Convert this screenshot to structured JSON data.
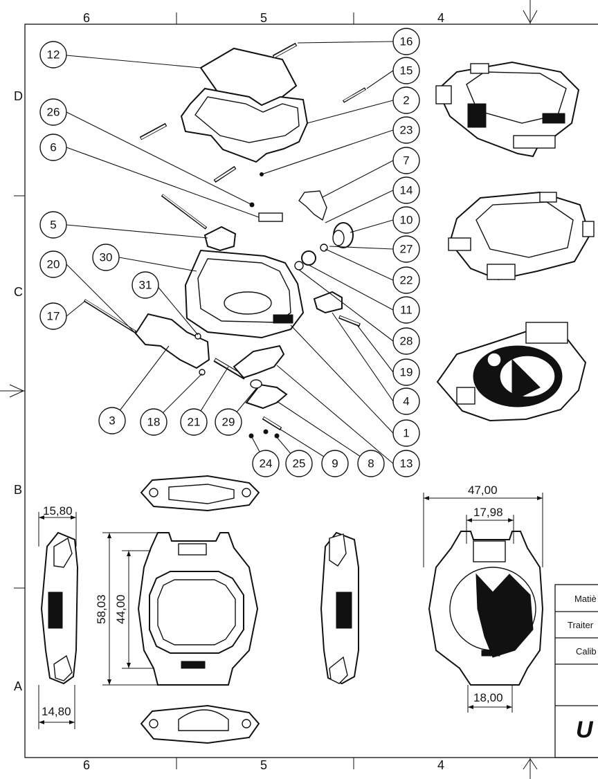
{
  "frame": {
    "columns_top": [
      "6",
      "5",
      "4"
    ],
    "columns_bottom": [
      "6",
      "5",
      "4"
    ],
    "rows": [
      "D",
      "C",
      "B",
      "A"
    ]
  },
  "balloons": [
    "12",
    "16",
    "15",
    "2",
    "26",
    "23",
    "6",
    "7",
    "14",
    "10",
    "5",
    "27",
    "20",
    "30",
    "22",
    "31",
    "11",
    "17",
    "28",
    "19",
    "4",
    "1",
    "3",
    "18",
    "21",
    "29",
    "13",
    "24",
    "25",
    "9",
    "8"
  ],
  "dimensions": {
    "side_top_width": "15,80",
    "side_bottom_width": "14,80",
    "front_height_outer": "58,03",
    "front_height_inner": "44,00",
    "back_width_outer": "47,00",
    "back_width_top": "17,98",
    "back_width_bottom": "18,00"
  },
  "title_block": {
    "row1": "Matiè",
    "row2": "Traiter",
    "row3": "Calib",
    "logo": "U"
  }
}
